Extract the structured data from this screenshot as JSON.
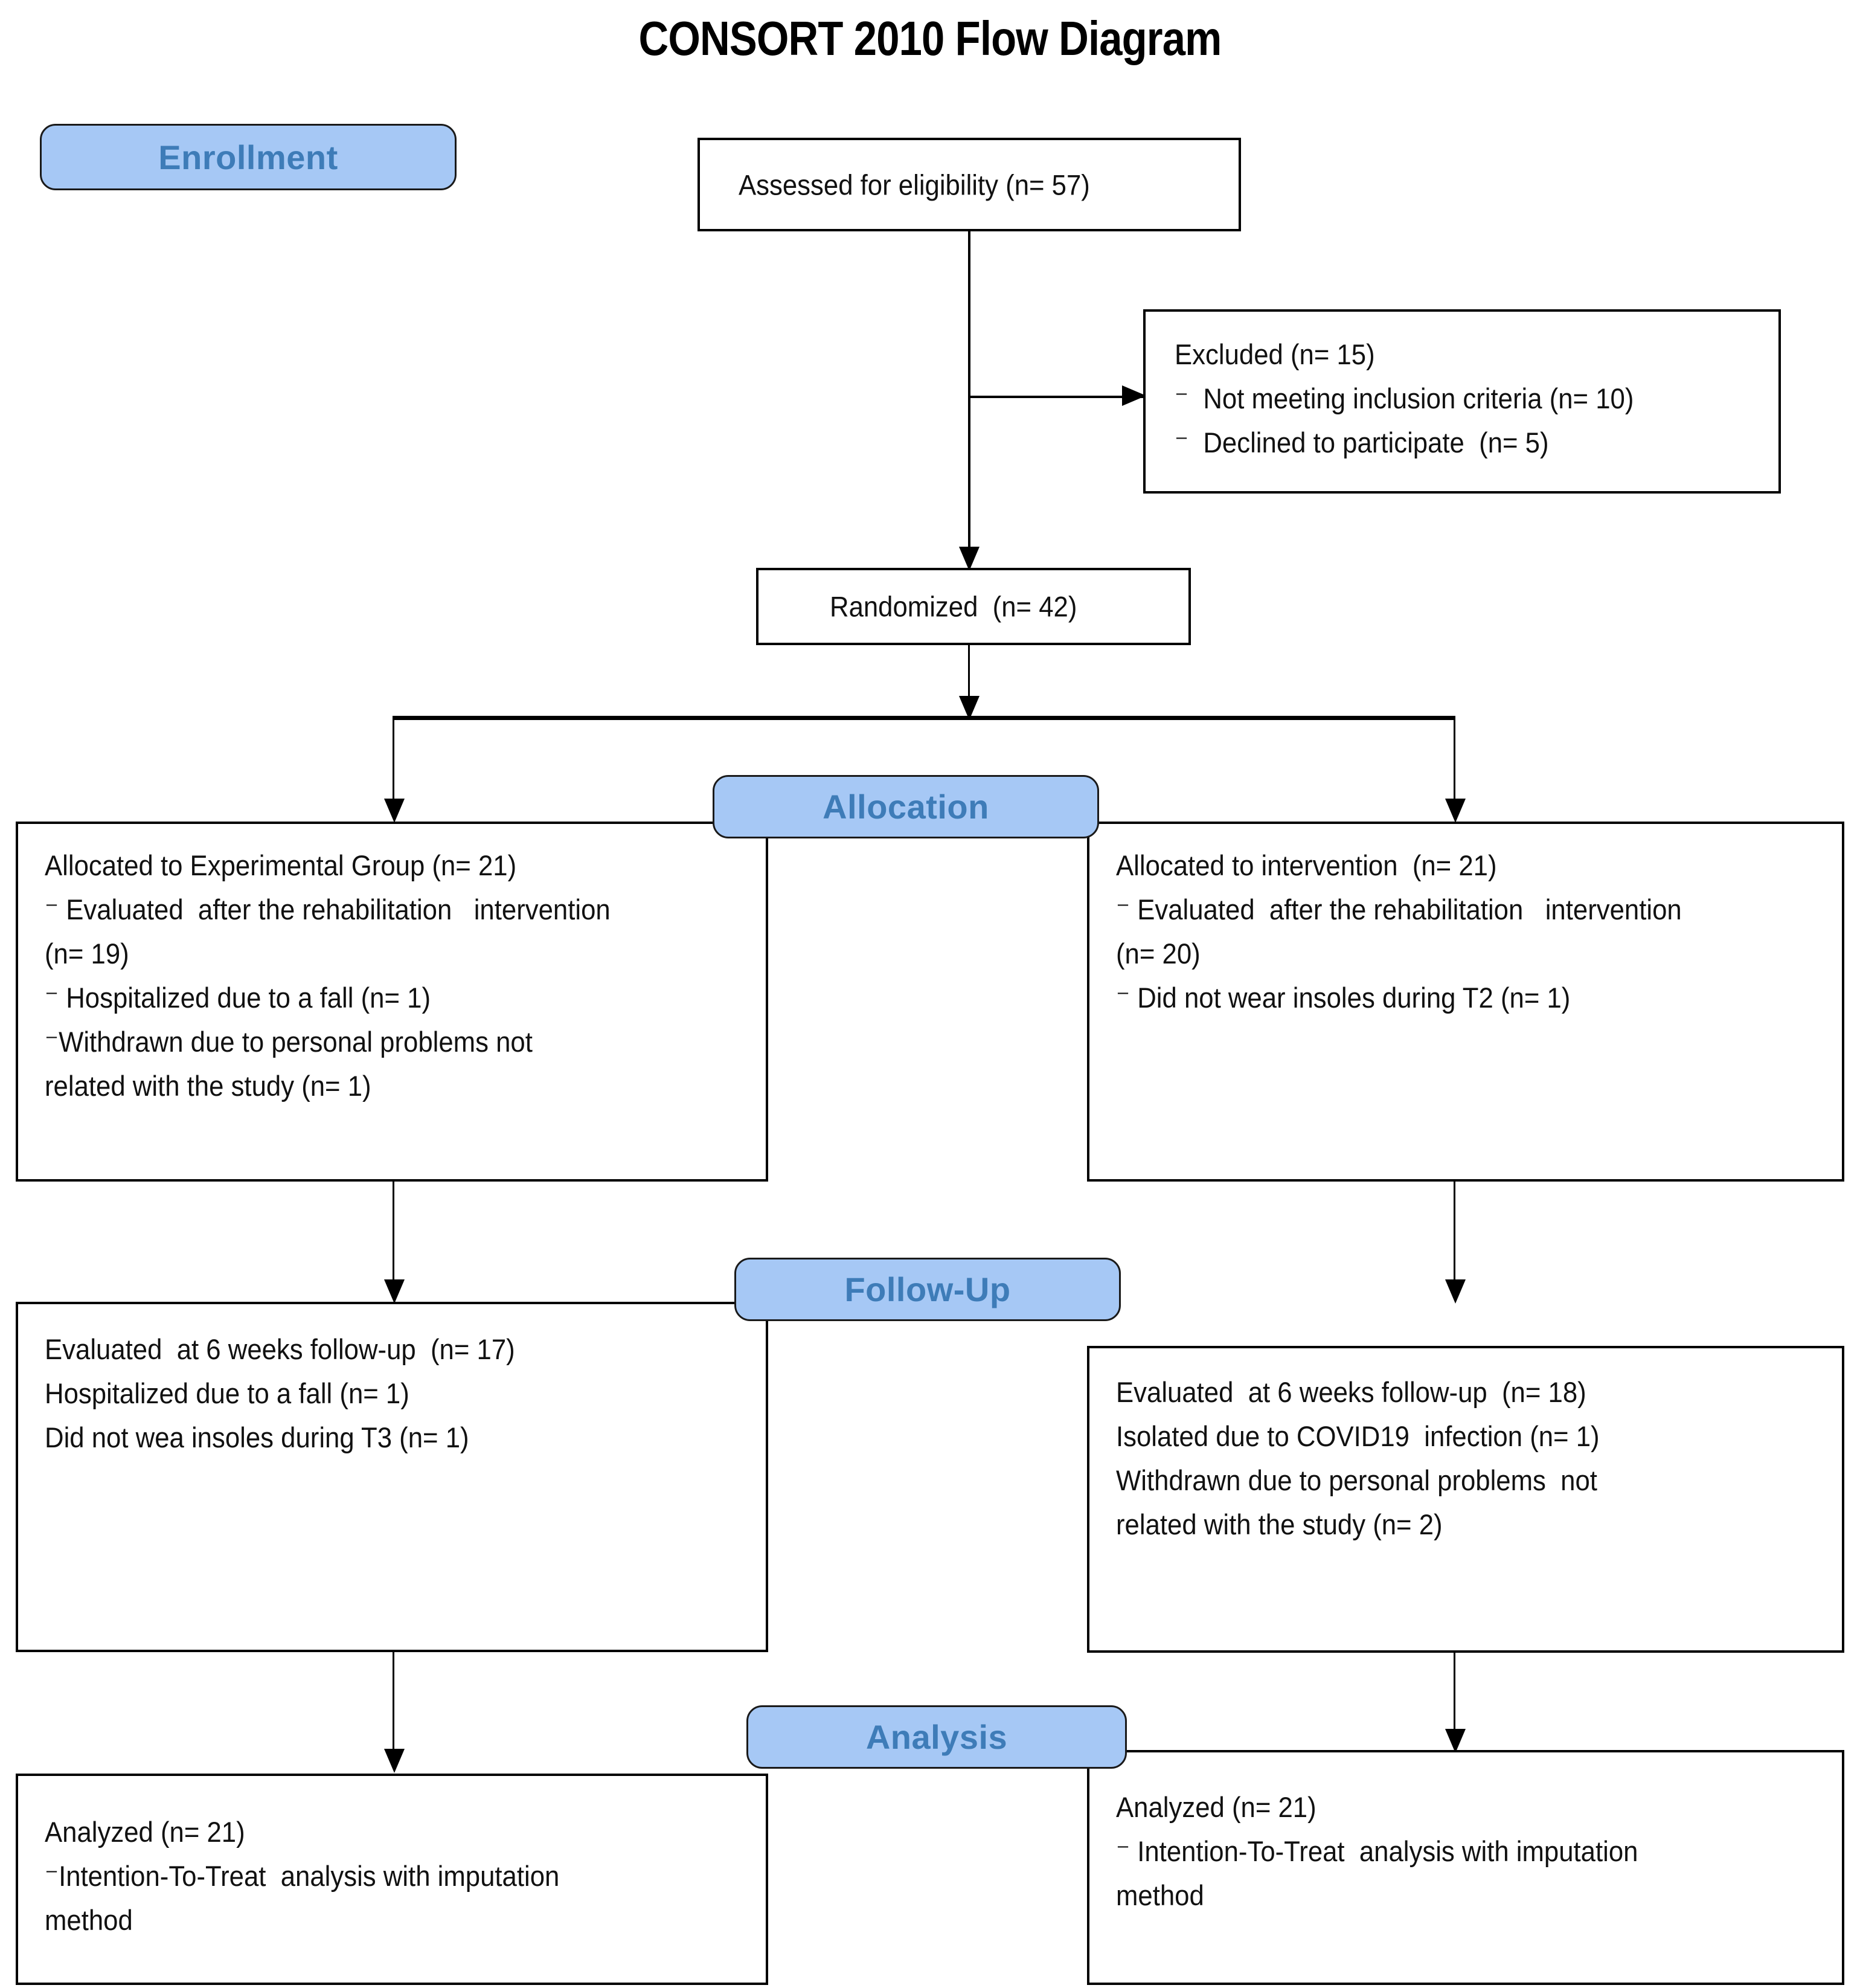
{
  "diagram": {
    "title": "CONSORT 2010 Flow Diagram",
    "accent_blue": "#A6C8F5",
    "accent_text": "#3E7CB8",
    "line_color": "#000000"
  },
  "stages": {
    "enrollment": "Enrollment",
    "allocation": "Allocation",
    "followup": "Follow-Up",
    "analysis": "Analysis"
  },
  "nodes": {
    "assessed": "Assessed for eligibility (n= 57)",
    "excluded": "Excluded (n= 15)\n⁻  Not meeting inclusion criteria (n= 10)\n⁻  Declined to participate  (n= 5)",
    "randomized": "Randomized  (n= 42)",
    "alloc_left": "Allocated to Experimental Group (n= 21)\n⁻ Evaluated  after the rehabilitation   intervention\n(n= 19)\n⁻ Hospitalized due to a fall (n= 1)\n⁻Withdrawn due to personal problems not\nrelated with the study (n= 1)",
    "alloc_right": "Allocated to intervention  (n= 21)\n⁻ Evaluated  after the rehabilitation   intervention\n(n= 20)\n⁻ Did not wear insoles during T2 (n= 1)",
    "followup_left": "Evaluated  at 6 weeks follow-up  (n= 17)\nHospitalized due to a fall (n= 1)\nDid not wea insoles during T3 (n= 1)",
    "followup_right": "Evaluated  at 6 weeks follow-up  (n= 18)\nIsolated due to COVID19  infection (n= 1)\nWithdrawn due to personal problems  not\nrelated with the study (n= 2)",
    "analysis_left": "Analyzed (n= 21)\n⁻Intention-To-Treat  analysis with imputation\nmethod",
    "analysis_right": "Analyzed (n= 21)\n⁻ Intention-To-Treat  analysis with imputation\nmethod"
  },
  "chart_data": {
    "type": "diagram",
    "title": "CONSORT 2010 Flow Diagram",
    "stages": [
      "Enrollment",
      "Allocation",
      "Follow-Up",
      "Analysis"
    ],
    "counts": {
      "assessed_for_eligibility": 57,
      "excluded_total": 15,
      "excluded_not_meeting_inclusion_criteria": 10,
      "excluded_declined_to_participate": 5,
      "randomized": 42,
      "allocated_experimental_group": 21,
      "experimental_evaluated_after_rehabilitation_intervention": 19,
      "experimental_hospitalized_due_to_fall": 1,
      "experimental_withdrawn_personal_problems": 1,
      "allocated_intervention": 21,
      "control_evaluated_after_rehabilitation_intervention": 20,
      "control_did_not_wear_insoles_T2": 1,
      "experimental_evaluated_6_weeks_followup": 17,
      "experimental_followup_hospitalized_due_to_fall": 1,
      "experimental_did_not_wear_insoles_T3": 1,
      "control_evaluated_6_weeks_followup": 18,
      "control_isolated_covid19": 1,
      "control_withdrawn_personal_problems": 2,
      "analyzed_experimental": 21,
      "analyzed_control": 21
    }
  }
}
